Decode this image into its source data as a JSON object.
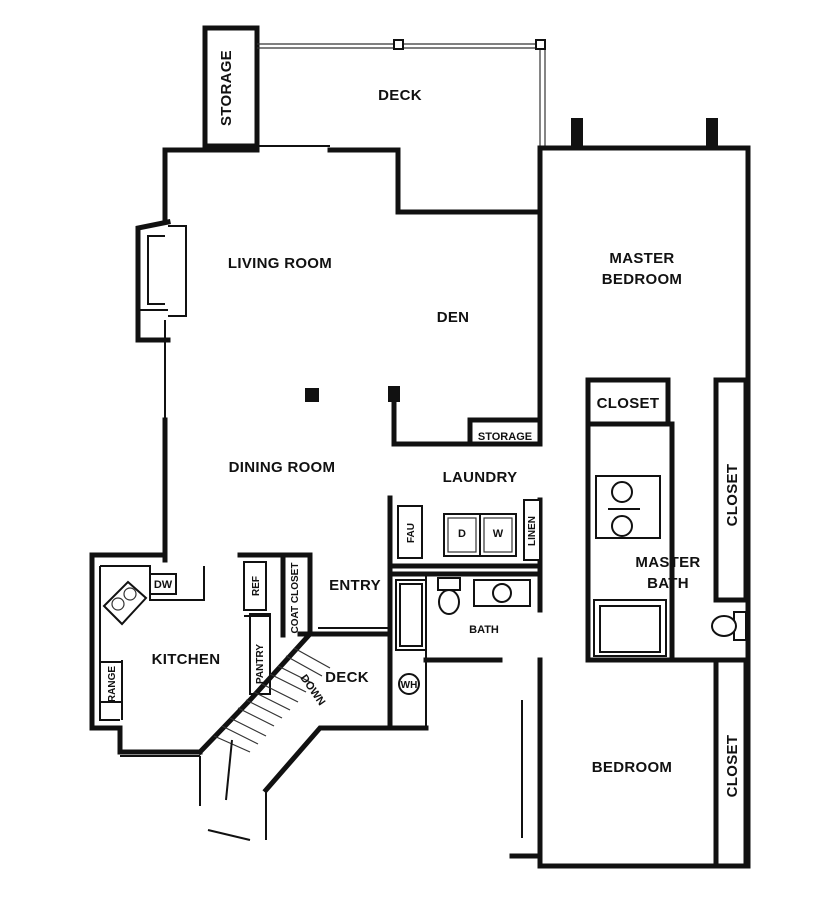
{
  "rooms": {
    "deck_top": "DECK",
    "storage_top": "STORAGE",
    "living_room": "LIVING ROOM",
    "den": "DEN",
    "master_bedroom_1": "MASTER",
    "master_bedroom_2": "BEDROOM",
    "closet_master": "CLOSET",
    "closet_right": "CLOSET",
    "storage_den": "STORAGE",
    "dining_room": "DINING ROOM",
    "laundry": "LAUNDRY",
    "master_bath_1": "MASTER",
    "master_bath_2": "BATH",
    "entry": "ENTRY",
    "kitchen": "KITCHEN",
    "deck_bottom": "DECK",
    "bath": "BATH",
    "bedroom": "BEDROOM",
    "closet_bedroom": "CLOSET"
  },
  "fixtures": {
    "dw": "DW",
    "ref": "REF",
    "coat_closet": "COAT CLOSET",
    "pantry": "PANTRY",
    "range": "RANGE",
    "fau": "FAU",
    "washer_d": "D",
    "washer_w": "W",
    "linen": "LINEN",
    "water_heater": "WH",
    "down": "DOWN"
  }
}
